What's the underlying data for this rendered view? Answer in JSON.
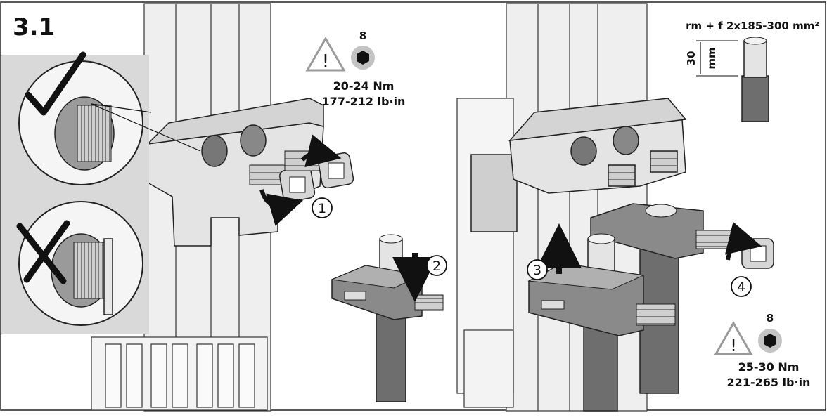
{
  "step": {
    "number": "3.1"
  },
  "checks": {
    "correct_symbol": "check",
    "incorrect_symbol": "cross"
  },
  "torque_top": {
    "hex_size": "8",
    "nm": "20-24 Nm",
    "lbin": "177-212 lb·in"
  },
  "torque_bottom": {
    "hex_size": "8",
    "nm": "25-30 Nm",
    "lbin": "221-265 lb·in"
  },
  "cable": {
    "spec": "rm + f 2x185-300 mm²",
    "strip_length": "30",
    "strip_unit": "mm"
  },
  "callouts": [
    "1",
    "2",
    "3",
    "4"
  ],
  "colors": {
    "line": "#1a1a1a",
    "light_part": "#e9e9e9",
    "mid_part": "#c8c8c8",
    "dark_part": "#6f6f6f",
    "inset_panel": "#d9d9d9",
    "warning": "#9a9a9a"
  }
}
